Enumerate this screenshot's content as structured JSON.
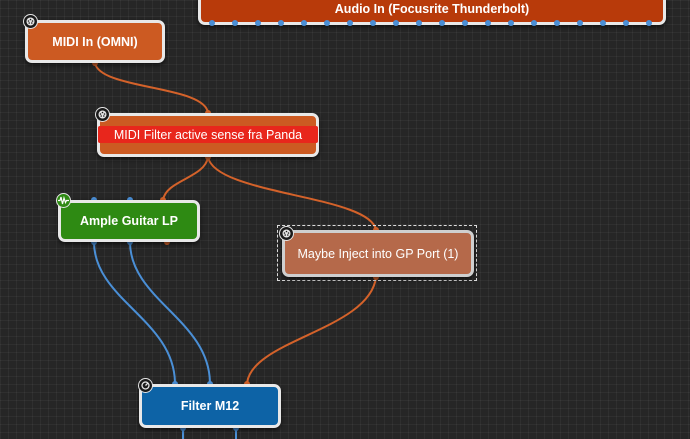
{
  "nodes": {
    "audio_in": {
      "label": "Audio In (Focusrite Thunderbolt)",
      "color": "#b83a0a"
    },
    "midi_in": {
      "label": "MIDI In (OMNI)",
      "icon": "midi-port-icon",
      "color": "#cc5a22"
    },
    "midi_filter": {
      "label": "MIDI Filter active sense fra Panda",
      "icon": "midi-port-icon",
      "color": "#cc5a22",
      "highlight": "#e8261c"
    },
    "ample_guitar": {
      "label": "Ample Guitar LP",
      "icon": "waveform-icon",
      "color": "#2e8a13"
    },
    "maybe_inject": {
      "label": "Maybe Inject into GP Port (1)",
      "icon": "midi-port-icon",
      "color": "#b5694a",
      "selected": true
    },
    "filter_m12": {
      "label": "Filter M12",
      "icon": "knob-icon",
      "color": "#0d63a6"
    }
  },
  "connections": {
    "midi_color": "#d4622a",
    "audio_color": "#4a8fd6",
    "links": [
      {
        "from": "midi_in",
        "to": "midi_filter",
        "type": "midi"
      },
      {
        "from": "midi_filter",
        "to": "ample_guitar",
        "type": "midi"
      },
      {
        "from": "midi_filter",
        "to": "maybe_inject",
        "type": "midi"
      },
      {
        "from": "maybe_inject",
        "to": "filter_m12",
        "type": "midi"
      },
      {
        "from": "ample_guitar",
        "to": "filter_m12",
        "type": "audio"
      },
      {
        "from": "ample_guitar",
        "to": "filter_m12",
        "type": "audio"
      }
    ]
  }
}
